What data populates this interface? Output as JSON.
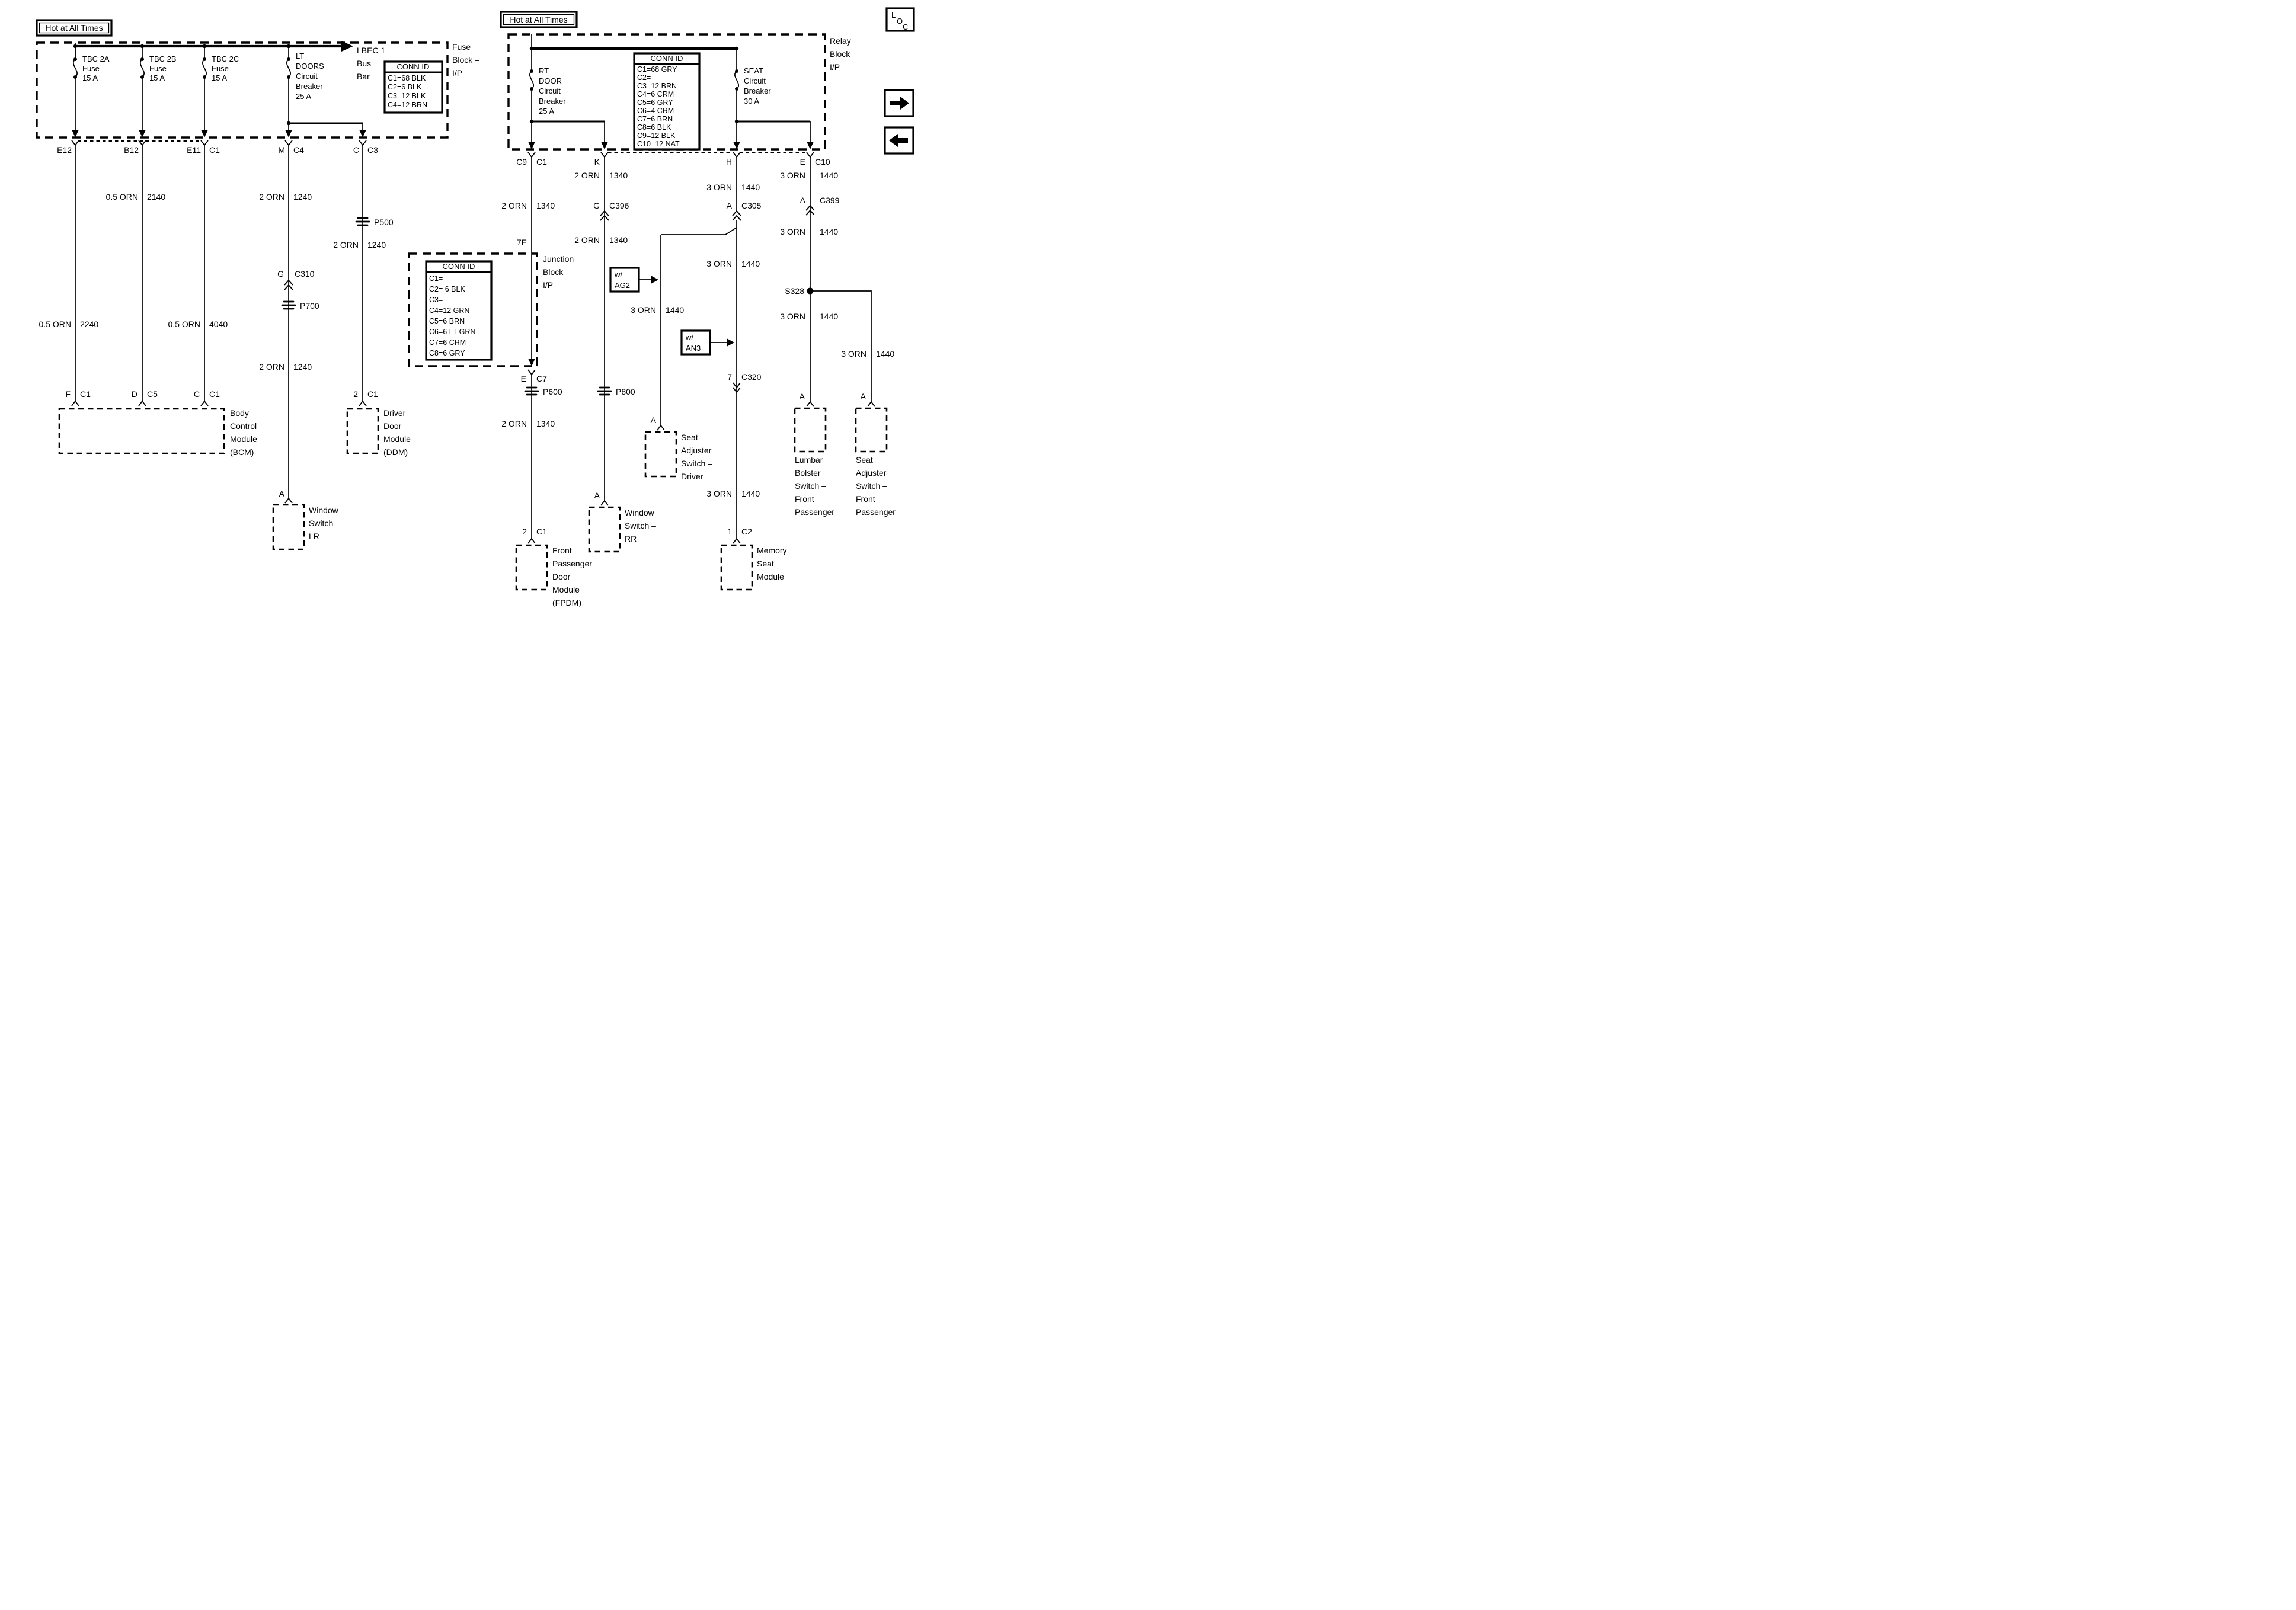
{
  "ink": "#000000",
  "paper": "#ffffff",
  "left_block": {
    "hot": "Hot at All Times",
    "name": [
      "Fuse",
      "Block –",
      "I/P"
    ],
    "bus": [
      "LBEC 1",
      "Bus",
      "Bar"
    ],
    "fuse1": [
      "TBC 2A",
      "Fuse",
      "15 A"
    ],
    "fuse2": [
      "TBC 2B",
      "Fuse",
      "15 A"
    ],
    "fuse3": [
      "TBC 2C",
      "Fuse",
      "15 A"
    ],
    "breaker": [
      "LT",
      "DOORS",
      "Circuit",
      "Breaker",
      "25 A"
    ],
    "conn": {
      "title": "CONN ID",
      "rows": [
        "C1=68 BLK",
        "C2=6 BLK",
        "C3=12 BLK",
        "C4=12 BRN"
      ]
    },
    "pins": {
      "p1": "E12",
      "p2": "B12",
      "p3": "E11",
      "p3c": "C1",
      "p4": "M",
      "p4c": "C4",
      "p5": "C",
      "p5c": "C3"
    }
  },
  "lwires": {
    "w1": {
      "gauge": "0.5 ORN",
      "ckt": "2240",
      "pin": "F",
      "conn": "C1"
    },
    "w2": {
      "gauge": "0.5 ORN",
      "ckt": "2140",
      "pin": "D",
      "conn": "C5"
    },
    "w3": {
      "gauge": "0.5 ORN",
      "ckt": "4040",
      "pin": "C",
      "conn": "C1"
    },
    "w4": {
      "gauge": "2 ORN",
      "ckt": "1240",
      "pin_mid": "G",
      "conn_mid": "C310",
      "splice": "P700",
      "gauge2": "2 ORN",
      "ckt2": "1240",
      "pin": "A"
    },
    "w5": {
      "splice": "P500",
      "gauge": "2 ORN",
      "ckt": "1240",
      "pin": "2",
      "conn": "C1"
    }
  },
  "bcm": [
    "Body",
    "Control",
    "Module",
    "(BCM)"
  ],
  "ddm": [
    "Driver",
    "Door",
    "Module",
    "(DDM)"
  ],
  "win_lr": [
    "Window",
    "Switch –",
    "LR"
  ],
  "right_block": {
    "hot": "Hot at All Times",
    "name": [
      "Relay",
      "Block –",
      "I/P"
    ],
    "breaker1": [
      "RT",
      "DOOR",
      "Circuit",
      "Breaker",
      "25 A"
    ],
    "breaker2": [
      "SEAT",
      "Circuit",
      "Breaker",
      "30 A"
    ],
    "conn": {
      "title": "CONN ID",
      "rows": [
        "C1=68 GRY",
        "C2= ---",
        "C3=12 BRN",
        "C4=6 CRM",
        "C5=6 GRY",
        "C6=4 CRM",
        "C7=6 BRN",
        "C8=6 BLK",
        "C9=12 BLK",
        "C10=12 NAT"
      ]
    },
    "pins": {
      "p1": "C9",
      "p1c": "C1",
      "p2": "K",
      "p3": "H",
      "p4": "E",
      "p4c": "C10"
    }
  },
  "junction": {
    "name": [
      "Junction",
      "Block –",
      "I/P"
    ],
    "conn": {
      "title": "CONN ID",
      "rows": [
        "C1= ---",
        "C2= 6 BLK",
        "C3= ---",
        "C4=12 GRN",
        "C5=6 BRN",
        "C6=6 LT GRN",
        "C7=6 CRM",
        "C8=6 GRY"
      ]
    },
    "pin_in": "7E",
    "pin_out": "E",
    "conn_out": "C7"
  },
  "rwires": {
    "r1": {
      "gauge": "2 ORN",
      "ckt": "1340",
      "splice": "P600",
      "gauge2": "2 ORN",
      "ckt2": "1340",
      "pin": "2",
      "conn": "C1"
    },
    "r2": {
      "gauge": "2 ORN",
      "ckt": "1340",
      "pin_mid": "G",
      "conn_mid": "C396",
      "gauge2": "2 ORN",
      "ckt2": "1340",
      "splice": "P800",
      "pin": "A"
    },
    "r3": {
      "gauge": "3 ORN",
      "ckt": "1440",
      "pin_mid": "A",
      "conn_mid": "C305",
      "gauge2": "3 ORN",
      "ckt2": "1440",
      "tag": [
        "w/",
        "AN3"
      ],
      "pin_mid2": "7",
      "conn_mid2": "C320",
      "gauge3": "3 ORN",
      "ckt3": "1440",
      "pin": "1",
      "conn": "C2"
    },
    "r3b": {
      "tag": [
        "w/",
        "AG2"
      ],
      "gauge": "3 ORN",
      "ckt": "1440",
      "pin": "A"
    },
    "r4": {
      "gauge": "3 ORN",
      "ckt": "1440",
      "pin_mid": "A",
      "conn_mid": "C399",
      "gauge2": "3 ORN",
      "ckt2": "1440",
      "splice": "S328",
      "gauge3": "3 ORN",
      "ckt3": "1440",
      "pin": "A"
    },
    "r4b": {
      "gauge": "3 ORN",
      "ckt": "1440",
      "pin": "A"
    }
  },
  "fpdm": [
    "Front",
    "Passenger",
    "Door",
    "Module",
    "(FPDM)"
  ],
  "win_rr": [
    "Window",
    "Switch –",
    "RR"
  ],
  "seat_drv": [
    "Seat",
    "Adjuster",
    "Switch –",
    "Driver"
  ],
  "mem_seat": [
    "Memory",
    "Seat",
    "Module"
  ],
  "lumbar": [
    "Lumbar",
    "Bolster",
    "Switch –",
    "Front",
    "Passenger"
  ],
  "seat_fp": [
    "Seat",
    "Adjuster",
    "Switch –",
    "Front",
    "Passenger"
  ],
  "icons": {
    "loc": [
      "L",
      "O",
      "C"
    ]
  }
}
